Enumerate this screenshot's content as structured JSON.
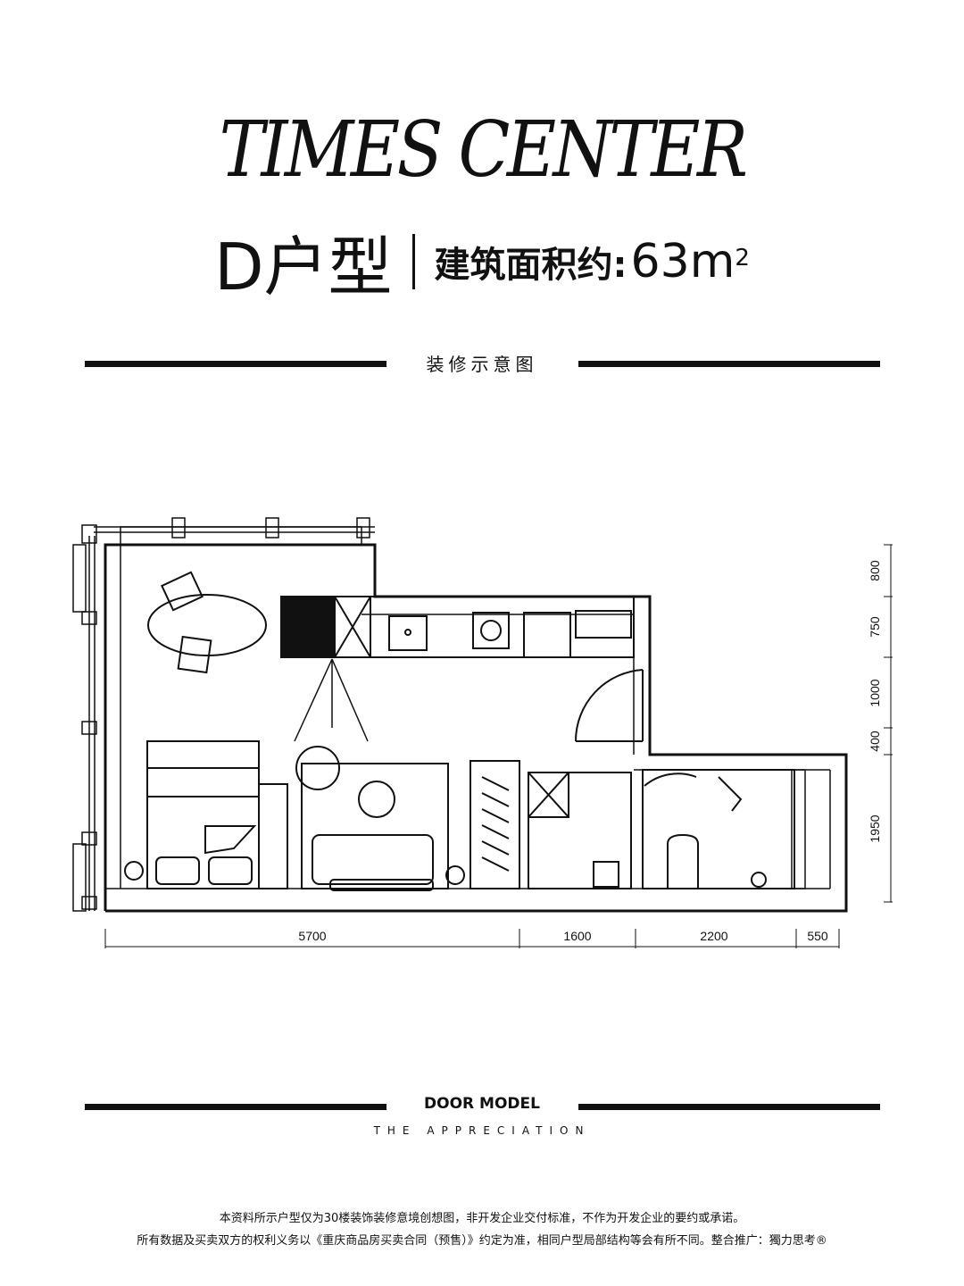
{
  "header": {
    "title": "TIMES CENTER",
    "type_label": "D户型",
    "area_label": "建筑面积约:",
    "area_value": "63",
    "area_unit": "m",
    "area_sup": "2"
  },
  "section_label": "装修示意图",
  "plan": {
    "bottom_dimensions": [
      "5700",
      "1600",
      "2200",
      "550"
    ],
    "right_dimensions": [
      "800",
      "750",
      "1000",
      "400",
      "1950"
    ]
  },
  "footer": {
    "heading": "DOOR MODEL",
    "subheading": "THE APPRECIATION",
    "disclaimer_line1": "本资料所示户型仅为30楼装饰装修意境创想图，非开发企业交付标准，不作为开发企业的要约或承诺。",
    "disclaimer_line2": "所有数据及买卖双方的权利义务以《重庆商品房买卖合同（预售）》约定为准，相同户型局部结构等会有所不同。整合推广：獨力思考®"
  }
}
